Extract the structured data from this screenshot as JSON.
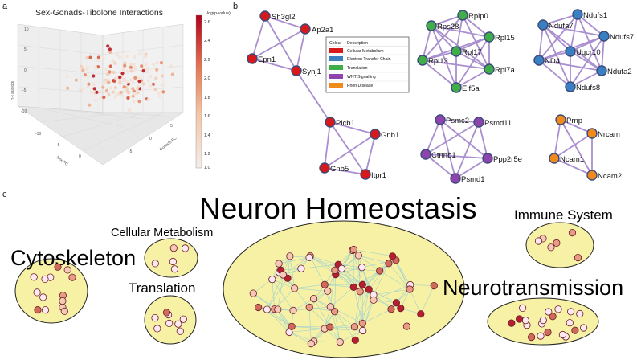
{
  "panels": {
    "a": "a",
    "b": "b",
    "c": "c"
  },
  "scatter": {
    "title": "Sex-Gonads-Tibolone Interactions",
    "colorbar_label": "-log(p-value)",
    "colorbar_ticks": [
      "2.6",
      "2.4",
      "2.2",
      "2.0",
      "1.8",
      "1.6",
      "1.4",
      "1.2",
      "1.0"
    ],
    "axes": {
      "x": "Sex FC",
      "y": "Gonads FC",
      "z": "Tibolone FC"
    },
    "tick_values": [
      "10",
      "5",
      "0",
      "-5",
      "-10"
    ]
  },
  "legend": {
    "header_colour": "Colour",
    "header_description": "Description",
    "items": [
      {
        "label": "Cellular Metabolism",
        "color": "#d7191c"
      },
      {
        "label": "Electron Transfer Chain",
        "color": "#3a7fc1"
      },
      {
        "label": "Translation",
        "color": "#3fae49"
      },
      {
        "label": "WNT Signalling",
        "color": "#8e44ad"
      },
      {
        "label": "Prion Disease",
        "color": "#f08a1c"
      }
    ]
  },
  "networks": {
    "metabolism_top": [
      "Sh3gl2",
      "Ap2a1",
      "Epn1",
      "Synj1"
    ],
    "metabolism_bottom": [
      "Plcb1",
      "Gnb1",
      "Gnb5",
      "Itpr1"
    ],
    "translation": [
      "Rplp0",
      "Rps28",
      "Rpl15",
      "Rpl13",
      "Rpl17",
      "Rpl7a",
      "Eif5a"
    ],
    "etc": [
      "Ndufs1",
      "Ndufa7",
      "Ndufs7",
      "ND4",
      "Uqcr10",
      "Ndufa2",
      "Ndufs8"
    ],
    "wnt": [
      "Psmc2",
      "Psmd11",
      "Ctnnb1",
      "Ppp2r5e",
      "Psmd1"
    ],
    "prion": [
      "Prnp",
      "Nrcam",
      "Ncam1",
      "Ncam2"
    ]
  },
  "clusters": {
    "neuron_homeostasis": "Neuron Homeostasis",
    "immune_system": "Immune System",
    "cellular_metabolism": "Cellular Metabolism",
    "cytoskeleton": "Cytoskeleton",
    "translation": "Translation",
    "neurotransmission": "Neurotransmission"
  },
  "colors": {
    "cluster_fill": "#f7f1a6",
    "edge": "#a98fcf",
    "node_stroke": "#3b4a7a"
  }
}
